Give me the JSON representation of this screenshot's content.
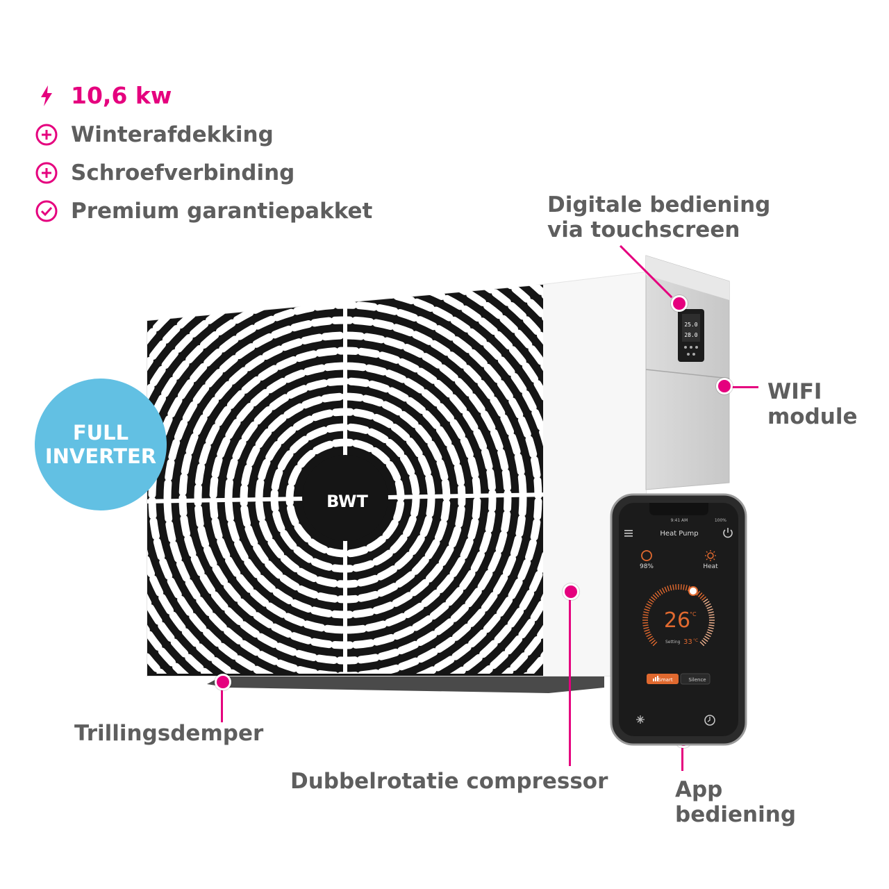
{
  "features": {
    "power": "10,6 kw",
    "item1": "Winterafdekking",
    "item2": "Schroefverbinding",
    "item3": "Premium garantiepakket"
  },
  "badge": {
    "line1": "FULL",
    "line2": "INVERTER"
  },
  "callouts": {
    "touchscreen_line1": "Digitale bediening",
    "touchscreen_line2": "via touchscreen",
    "wifi_line1": "WIFI",
    "wifi_line2": "module",
    "damper": "Trillingsdemper",
    "compressor": "Dubbelrotatie compressor",
    "app_line1": "App",
    "app_line2": "bediening"
  },
  "unit": {
    "brand": "BWT"
  },
  "panel": {
    "readout1": "25.0",
    "readout2": "28.0"
  },
  "phone": {
    "time": "9:41 AM",
    "battery": "100%",
    "title": "Heat Pump",
    "level": "98%",
    "mode": "Heat",
    "temp": "26",
    "temp_unit": "°C",
    "setting_label": "Setting",
    "setting_value": "33",
    "setting_unit": "°C",
    "btn_smart": "Smart",
    "btn_silence": "Silence"
  },
  "colors": {
    "accent": "#e5007e",
    "badge": "#62c0e3",
    "text": "#5e5e5e"
  },
  "icons": [
    "lightning-icon",
    "plus-circle-icon",
    "check-circle-icon",
    "menu-icon",
    "power-icon",
    "sun-icon",
    "snowflake-icon",
    "timer-icon",
    "signal-icon"
  ]
}
